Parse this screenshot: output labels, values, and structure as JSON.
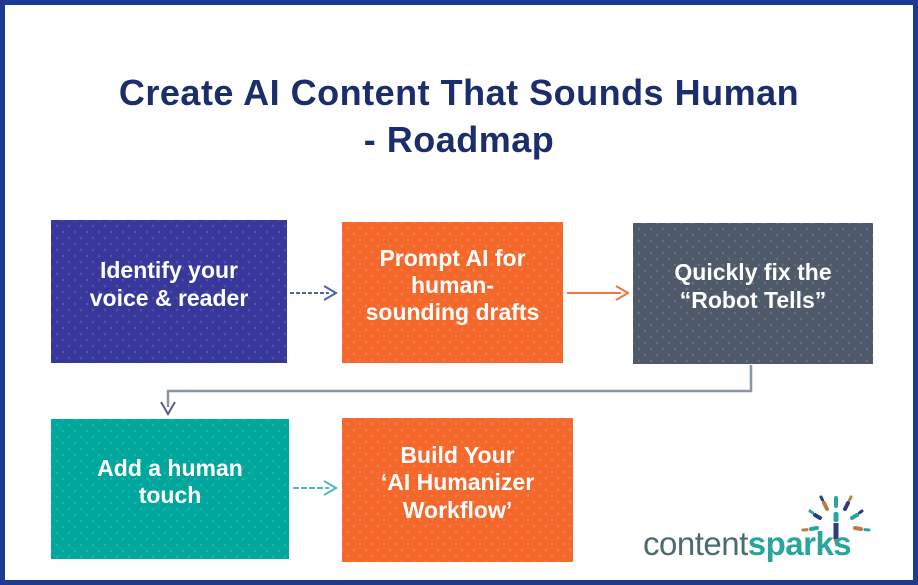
{
  "page": {
    "title_line1": "Create AI Content That Sounds Human",
    "title_line2": "- Roadmap"
  },
  "colors": {
    "border_navy": "#1c3a91",
    "title_navy": "#1b2d6b",
    "step_blue": "#37379c",
    "step_orange": "#f4682c",
    "step_gray": "#4e5a6a",
    "step_teal": "#00a79d",
    "arrow_blue": "#4f63ac",
    "arrow_orange": "#ef7344",
    "arrow_teal": "#4bbcb4",
    "elbow_gray": "#8b95a4",
    "logo_content": "#4c6b70",
    "logo_sparks": "#27a59e",
    "ray_navy": "#2b3d80",
    "ray_tan": "#bf7b3d"
  },
  "flowchart": {
    "steps": [
      {
        "order": 1,
        "label": "Identify your\nvoice & reader",
        "color": "#37379c"
      },
      {
        "order": 2,
        "label": "Prompt AI for\nhuman-\nsounding drafts",
        "color": "#f4682c"
      },
      {
        "order": 3,
        "label": "Quickly fix the\n“Robot Tells”",
        "color": "#4e5a6a"
      },
      {
        "order": 4,
        "label": "Add a human\ntouch",
        "color": "#00a79d"
      },
      {
        "order": 5,
        "label": "Build Your\n‘AI Humanizer\nWorkflow’",
        "color": "#f4682c"
      }
    ],
    "connectors": [
      {
        "from": 1,
        "to": 2,
        "color": "#4f63ac",
        "style": "dashed-arrow"
      },
      {
        "from": 2,
        "to": 3,
        "color": "#ef7344",
        "style": "solid-arrow"
      },
      {
        "from": 3,
        "to": 4,
        "color": "#8b95a4",
        "style": "elbow-arrow"
      },
      {
        "from": 4,
        "to": 5,
        "color": "#4bbcb4",
        "style": "dashed-arrow"
      }
    ]
  },
  "logo": {
    "part1": "content",
    "part2": "sparks"
  }
}
